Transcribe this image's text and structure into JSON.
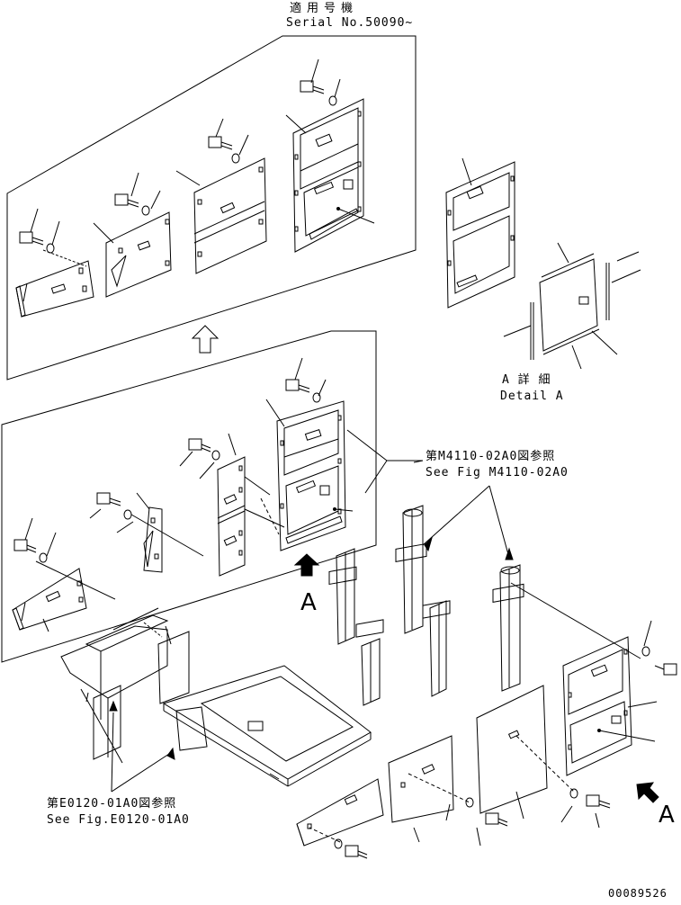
{
  "header": {
    "applicable_jp": "適用号機",
    "serial": "Serial No.50090~"
  },
  "detail": {
    "jp": "A 詳 細",
    "en": "Detail A"
  },
  "refs": {
    "m4110_jp": "第M4110-02A0図参照",
    "m4110_en": "See Fig M4110-02A0",
    "e0120_jp": "第E0120-01A0図参照",
    "e0120_en": "See Fig.E0120-01A0"
  },
  "view_letter_center": "A",
  "view_letter_right": "A",
  "drawing_number": "00089526"
}
